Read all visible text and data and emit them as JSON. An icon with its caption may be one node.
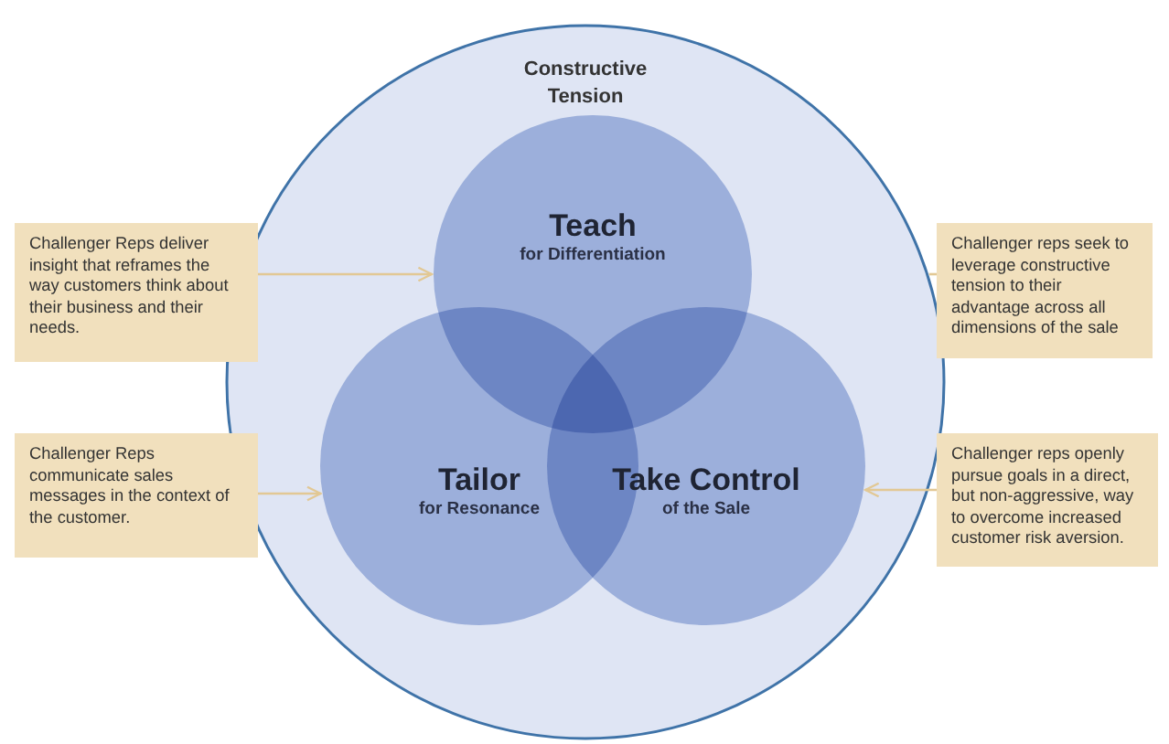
{
  "diagram": {
    "nodes": [
      {
        "text": [
          "Constructive Tension"
        ]
      },
      {
        "text": [
          "Teach",
          "for Differentiation"
        ],
        "in": 0
      },
      {
        "text": [
          "Tailor",
          "for Resonance"
        ],
        "in": 0
      },
      {
        "text": [
          "Take Control",
          "of the Sale"
        ],
        "in": 0
      },
      {
        "text": [
          "Challenger Reps deliver insight that reframes the way customers think about their business and their needs."
        ]
      },
      {
        "text": [
          "Challenger reps seek to leverage constructive tension to their advantage across all dimensions of the sale"
        ]
      },
      {
        "text": [
          "Challenger Reps communicate sales messages in the context of the customer."
        ]
      },
      {
        "text": [
          "Challenger reps openly pursue goals in a direct, but non-aggressive, way to overcome increased customer risk aversion."
        ]
      }
    ],
    "edges": [
      {
        "from": 4,
        "to": 1,
        "arrow": "to"
      },
      {
        "from": 5,
        "to": 0,
        "arrow": "none"
      },
      {
        "from": 6,
        "to": 2,
        "arrow": "to"
      },
      {
        "from": 7,
        "to": 3,
        "arrow": "to"
      }
    ]
  }
}
